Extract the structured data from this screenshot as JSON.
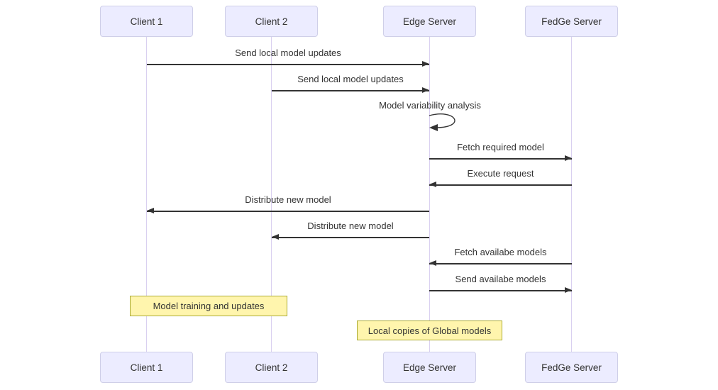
{
  "diagram": {
    "type": "sequence-diagram",
    "actors": [
      {
        "id": "client1",
        "label": "Client 1"
      },
      {
        "id": "client2",
        "label": "Client 2"
      },
      {
        "id": "edge",
        "label": "Edge Server"
      },
      {
        "id": "fedge",
        "label": "FedGe Server"
      }
    ],
    "messages": [
      {
        "label": "Send local model updates",
        "from": "Client 1",
        "to": "Edge Server",
        "self": false
      },
      {
        "label": "Send local model updates",
        "from": "Client 2",
        "to": "Edge Server",
        "self": false
      },
      {
        "label": "Model variability analysis",
        "from": "Edge Server",
        "to": "Edge Server",
        "self": true
      },
      {
        "label": "Fetch required model",
        "from": "Edge Server",
        "to": "FedGe Server",
        "self": false
      },
      {
        "label": "Execute request",
        "from": "FedGe Server",
        "to": "Edge Server",
        "self": false
      },
      {
        "label": "Distribute new model",
        "from": "Edge Server",
        "to": "Client 1",
        "self": false
      },
      {
        "label": "Distribute new model",
        "from": "Edge Server",
        "to": "Client 2",
        "self": false
      },
      {
        "label": "Fetch availabe models",
        "from": "FedGe Server",
        "to": "Edge Server",
        "self": false
      },
      {
        "label": "Send availabe models",
        "from": "Edge Server",
        "to": "FedGe Server",
        "self": false
      }
    ],
    "notes": [
      {
        "label": "Model training and updates",
        "over": "Client 1, Client 2"
      },
      {
        "label": "Local copies of Global models",
        "over": "Edge Server"
      }
    ],
    "colors": {
      "actor_fill": "#ECECFF",
      "actor_border": "#CFCFE8",
      "lifeline": "#D9D0F0",
      "note_fill": "#FFF5AD",
      "note_border": "#AAAA33",
      "message_line": "#333333",
      "text": "#333333",
      "background": "#FFFFFF"
    }
  }
}
